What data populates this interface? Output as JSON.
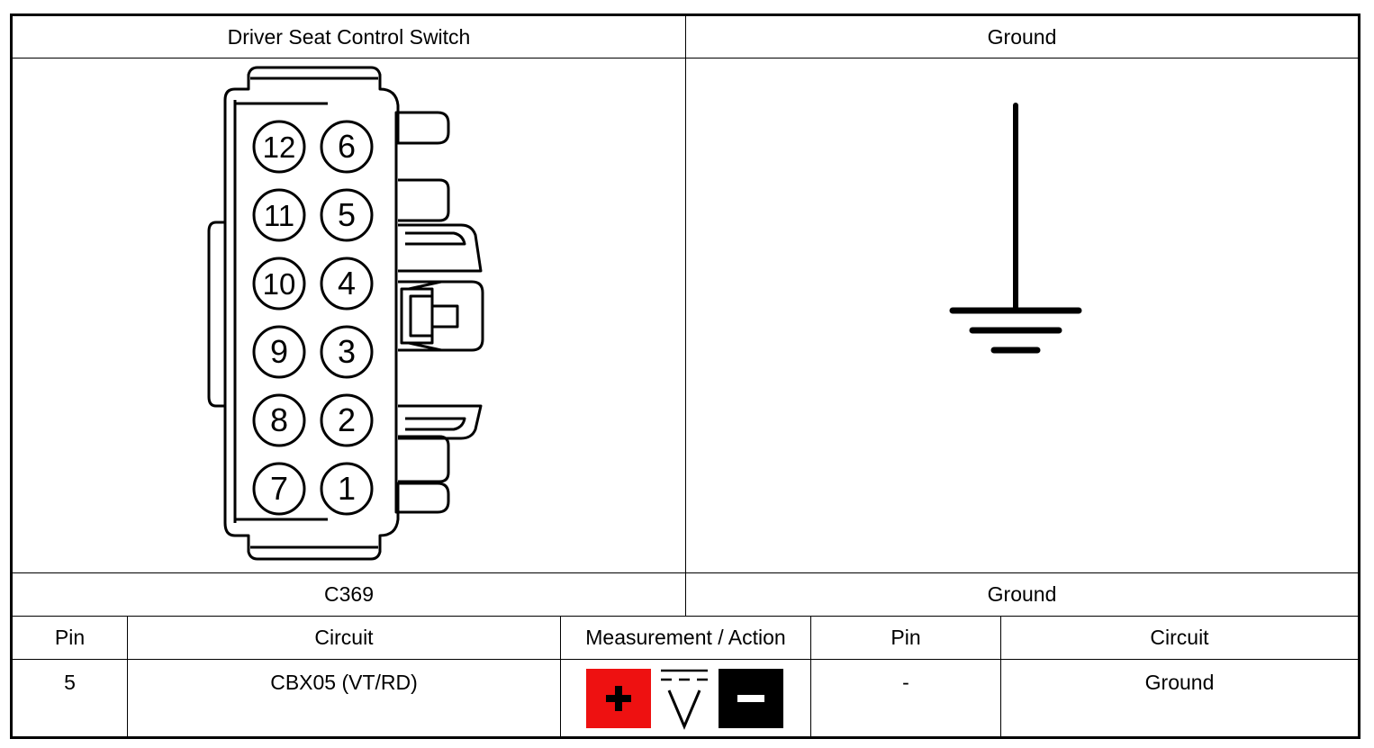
{
  "header": {
    "left_title": "Driver Seat Control Switch",
    "right_title": "Ground"
  },
  "connector": {
    "pins_left_column": [
      "12",
      "11",
      "10",
      "9",
      "8",
      "7"
    ],
    "pins_right_column": [
      "6",
      "5",
      "4",
      "3",
      "2",
      "1"
    ]
  },
  "labels": {
    "left_connector": "C369",
    "right_connector": "Ground"
  },
  "table": {
    "headers": [
      "Pin",
      "Circuit",
      "Measurement / Action",
      "Pin",
      "Circuit"
    ],
    "row": {
      "pin_a": "5",
      "circuit_a": "CBX05 (VT/RD)",
      "pin_b": "-",
      "circuit_b": "Ground"
    }
  },
  "meter": {
    "positive_color": "#ee1111",
    "negative_color": "#000000",
    "icons": [
      "positive-lead-icon",
      "dc-voltage-icon",
      "negative-lead-icon"
    ]
  }
}
